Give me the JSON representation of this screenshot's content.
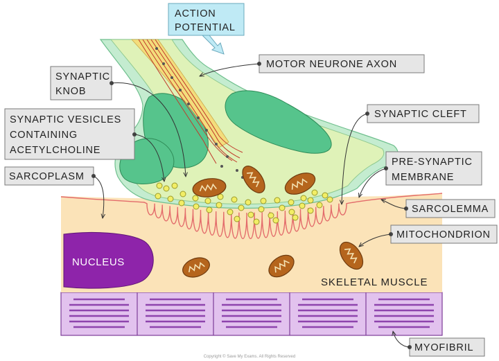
{
  "labels": {
    "action_potential": [
      "ACTION",
      "POTENTIAL"
    ],
    "motor_neurone_axon": "MOTOR NEURONE AXON",
    "synaptic_knob": [
      "SYNAPTIC",
      "KNOB"
    ],
    "synaptic_vesicles": [
      "SYNAPTIC VESICLES",
      "CONTAINING",
      "ACETYLCHOLINE"
    ],
    "synaptic_cleft": "SYNAPTIC CLEFT",
    "sarcoplasm": "SARCOPLASM",
    "pre_synaptic_membrane": [
      "PRE-SYNAPTIC",
      "MEMBRANE"
    ],
    "sarcolemma": "SARCOLEMMA",
    "mitochondrion": "MITOCHONDRION",
    "nucleus": "NUCLEUS",
    "skeletal_muscle": "SKELETAL MUSCLE",
    "myofibril": "MYOFIBRIL",
    "copyright": "Copyright © Save My Exams. All Rights Reserved"
  },
  "colors": {
    "action_potential_box": "#bfeaf5",
    "neuron_outer": "#c4ecd0",
    "neuron_inner": "#dff2b8",
    "schwann_cell": "#56c48c",
    "axon_yellow": "#f3dd7c",
    "axon_fibres": "#c0392b",
    "mitochondrion": "#b5651d",
    "vesicle": "#f2ee66",
    "sarcoplasm": "#fbe3b8",
    "sarcolemma": "#e36b6b",
    "myofibril": "#e2c2ee",
    "myofibril_lines": "#8e44ad",
    "nucleus": "#8e24aa",
    "label_box": "#e6e6e6"
  }
}
